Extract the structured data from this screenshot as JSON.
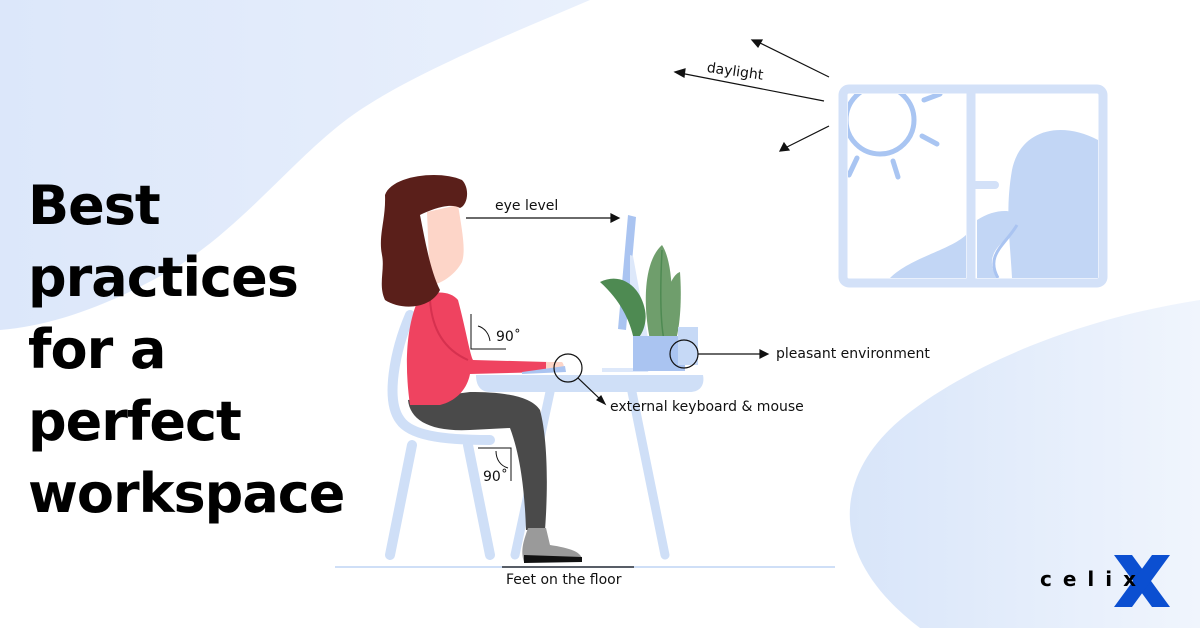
{
  "headline": {
    "lines": [
      "Best",
      "practices",
      "for a",
      "perfect",
      "workspace"
    ]
  },
  "annotations": {
    "daylight": "daylight",
    "eye_level": "eye level",
    "pleasant_environment": "pleasant environment",
    "keyboard_mouse": "external keyboard & mouse",
    "arm_angle": "90˚",
    "knee_angle": "90˚",
    "feet": "Feet on the floor"
  },
  "brand": {
    "name": "celix",
    "accent": "#0b4fd1"
  },
  "colors": {
    "bg_blob": "#dce7fa",
    "furniture": "#cfdff7",
    "window_frame": "#d3e1f8",
    "sun": "#a9c5f2",
    "hills": "#c2d6f5",
    "hair": "#5a1f1a",
    "skin": "#fdd5c8",
    "sweater": "#ef4360",
    "pants": "#4a4a4a",
    "boot": "#9a9a9a",
    "plant_dark": "#4e8a52",
    "plant_light": "#6f9e6c",
    "monitor": "#aac4f1"
  }
}
